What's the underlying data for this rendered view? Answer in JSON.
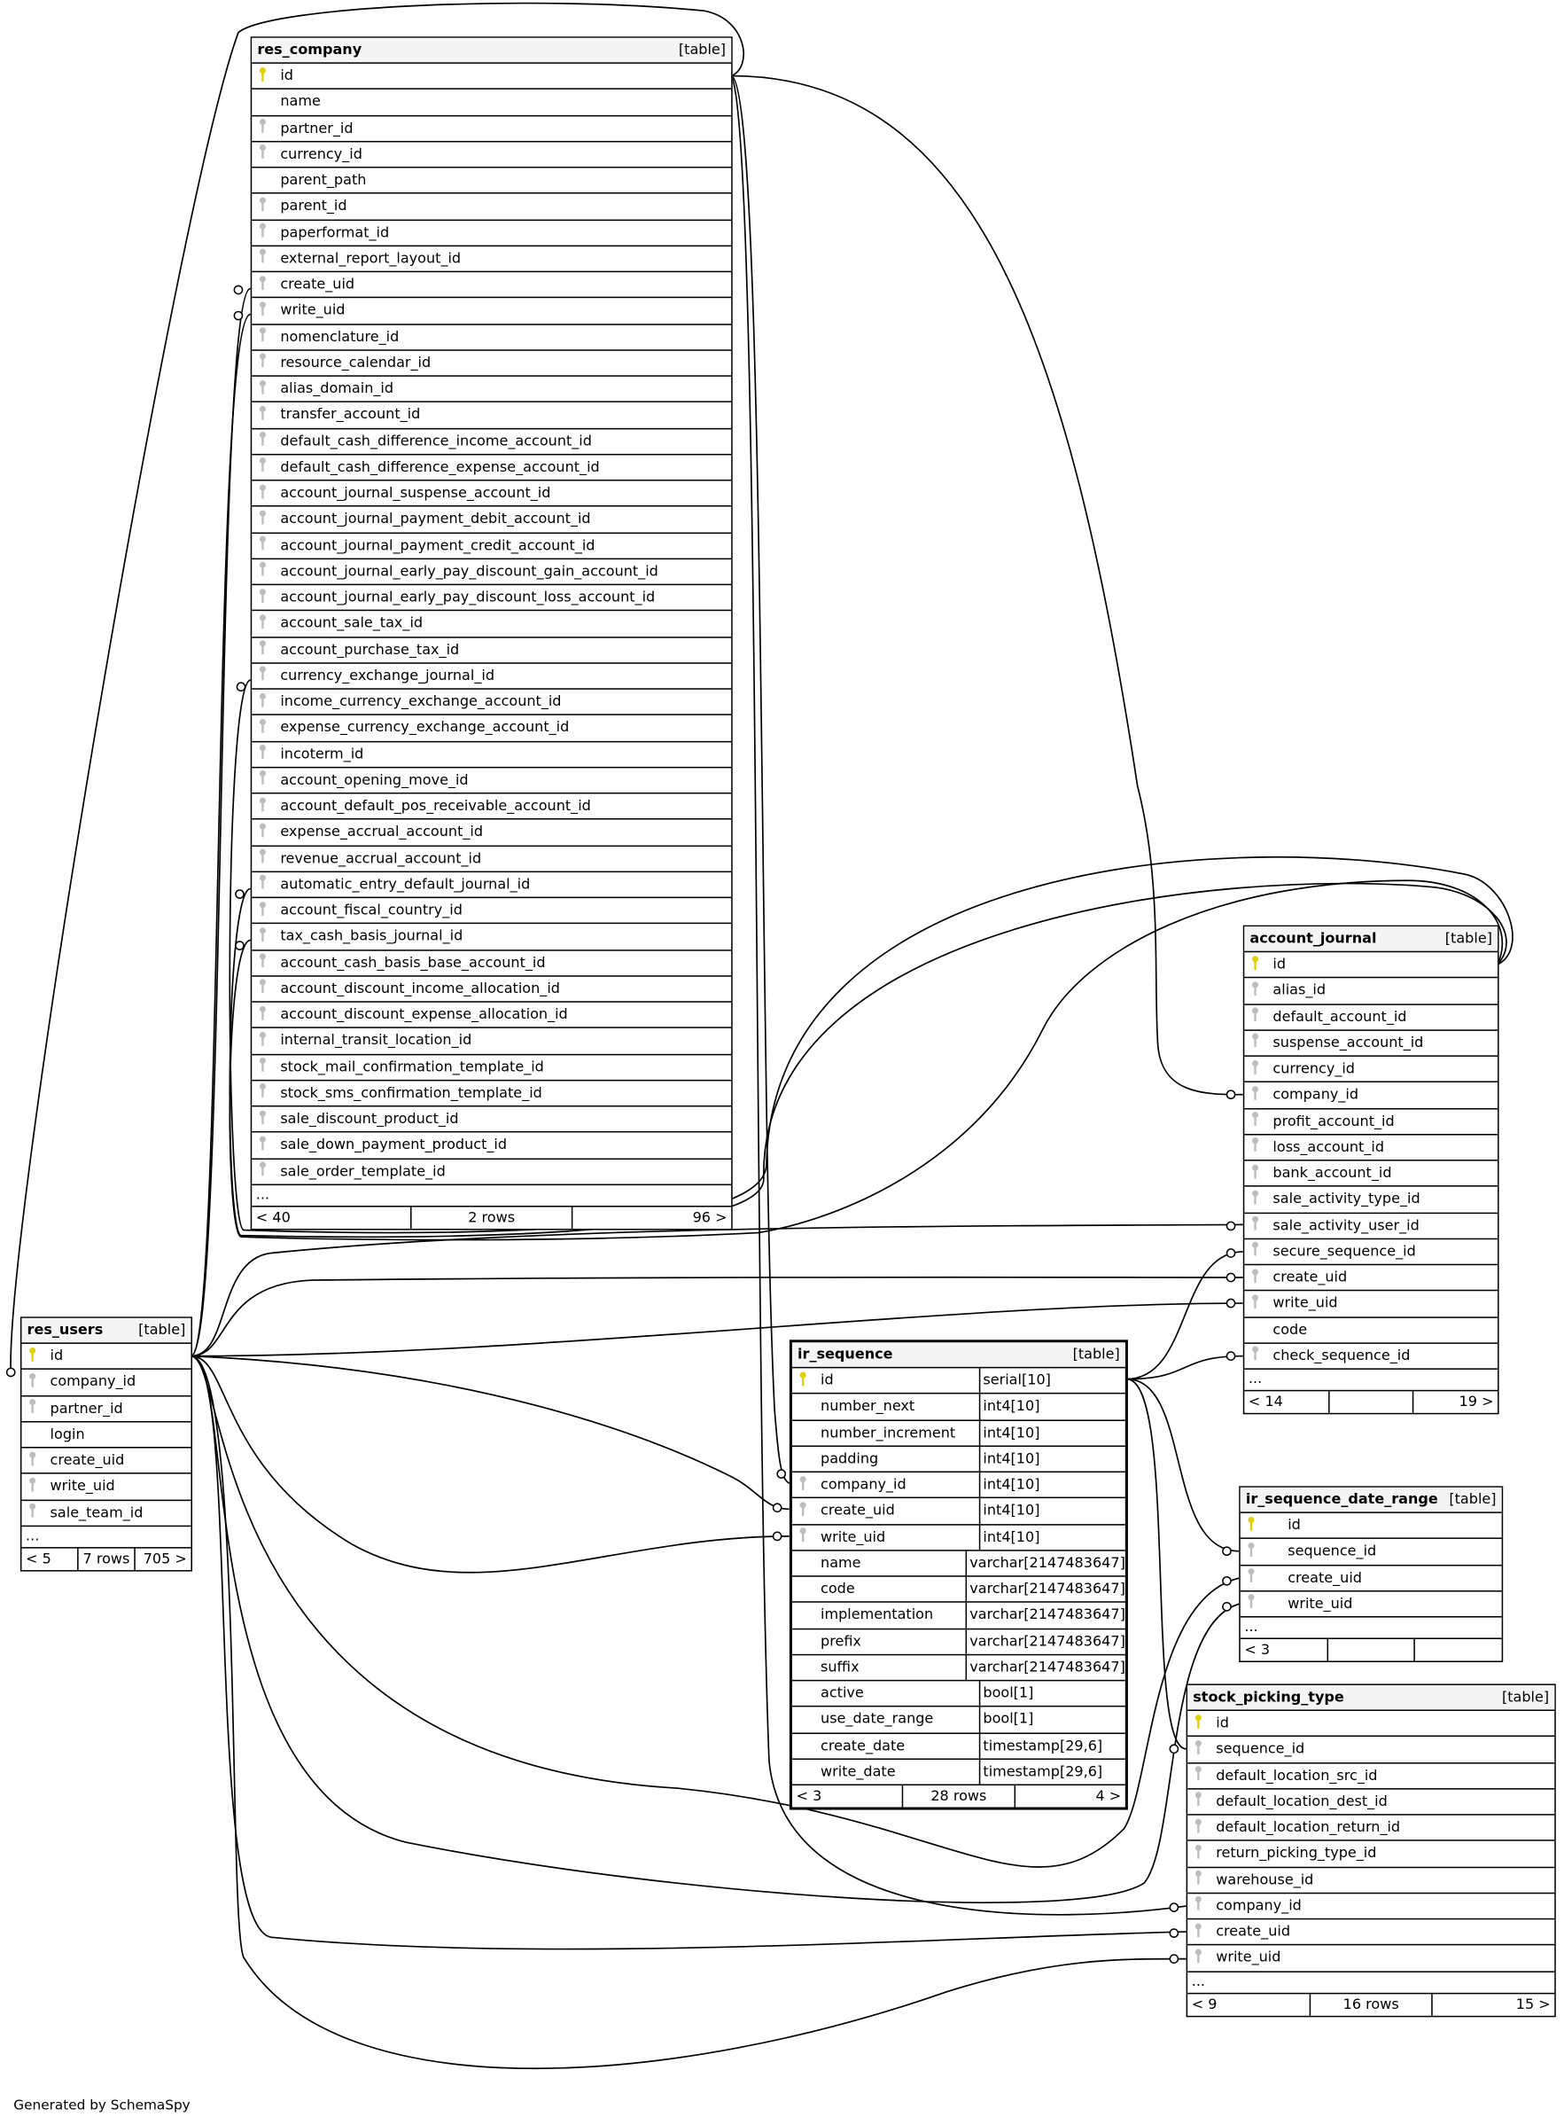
{
  "tables": [
    {
      "id": "res_company",
      "name": "res_company",
      "label": "[table]",
      "more": "...",
      "footer": [
        "< 40",
        "2 rows",
        "96 >"
      ],
      "columns": [
        {
          "name": "id",
          "key": "pk"
        },
        {
          "name": "name",
          "key": ""
        },
        {
          "name": "partner_id",
          "key": "fk"
        },
        {
          "name": "currency_id",
          "key": "fk"
        },
        {
          "name": "parent_path",
          "key": ""
        },
        {
          "name": "parent_id",
          "key": "fk"
        },
        {
          "name": "paperformat_id",
          "key": "fk"
        },
        {
          "name": "external_report_layout_id",
          "key": "fk"
        },
        {
          "name": "create_uid",
          "key": "fk"
        },
        {
          "name": "write_uid",
          "key": "fk"
        },
        {
          "name": "nomenclature_id",
          "key": "fk"
        },
        {
          "name": "resource_calendar_id",
          "key": "fk"
        },
        {
          "name": "alias_domain_id",
          "key": "fk"
        },
        {
          "name": "transfer_account_id",
          "key": "fk"
        },
        {
          "name": "default_cash_difference_income_account_id",
          "key": "fk"
        },
        {
          "name": "default_cash_difference_expense_account_id",
          "key": "fk"
        },
        {
          "name": "account_journal_suspense_account_id",
          "key": "fk"
        },
        {
          "name": "account_journal_payment_debit_account_id",
          "key": "fk"
        },
        {
          "name": "account_journal_payment_credit_account_id",
          "key": "fk"
        },
        {
          "name": "account_journal_early_pay_discount_gain_account_id",
          "key": "fk"
        },
        {
          "name": "account_journal_early_pay_discount_loss_account_id",
          "key": "fk"
        },
        {
          "name": "account_sale_tax_id",
          "key": "fk"
        },
        {
          "name": "account_purchase_tax_id",
          "key": "fk"
        },
        {
          "name": "currency_exchange_journal_id",
          "key": "fk"
        },
        {
          "name": "income_currency_exchange_account_id",
          "key": "fk"
        },
        {
          "name": "expense_currency_exchange_account_id",
          "key": "fk"
        },
        {
          "name": "incoterm_id",
          "key": "fk"
        },
        {
          "name": "account_opening_move_id",
          "key": "fk"
        },
        {
          "name": "account_default_pos_receivable_account_id",
          "key": "fk"
        },
        {
          "name": "expense_accrual_account_id",
          "key": "fk"
        },
        {
          "name": "revenue_accrual_account_id",
          "key": "fk"
        },
        {
          "name": "automatic_entry_default_journal_id",
          "key": "fk"
        },
        {
          "name": "account_fiscal_country_id",
          "key": "fk"
        },
        {
          "name": "tax_cash_basis_journal_id",
          "key": "fk"
        },
        {
          "name": "account_cash_basis_base_account_id",
          "key": "fk"
        },
        {
          "name": "account_discount_income_allocation_id",
          "key": "fk"
        },
        {
          "name": "account_discount_expense_allocation_id",
          "key": "fk"
        },
        {
          "name": "internal_transit_location_id",
          "key": "fk"
        },
        {
          "name": "stock_mail_confirmation_template_id",
          "key": "fk"
        },
        {
          "name": "stock_sms_confirmation_template_id",
          "key": "fk"
        },
        {
          "name": "sale_discount_product_id",
          "key": "fk"
        },
        {
          "name": "sale_down_payment_product_id",
          "key": "fk"
        },
        {
          "name": "sale_order_template_id",
          "key": "fk"
        }
      ]
    },
    {
      "id": "account_journal",
      "name": "account_journal",
      "label": "[table]",
      "more": "...",
      "footer": [
        "< 14",
        "",
        "19 >"
      ],
      "columns": [
        {
          "name": "id",
          "key": "pk"
        },
        {
          "name": "alias_id",
          "key": "fk"
        },
        {
          "name": "default_account_id",
          "key": "fk"
        },
        {
          "name": "suspense_account_id",
          "key": "fk"
        },
        {
          "name": "currency_id",
          "key": "fk"
        },
        {
          "name": "company_id",
          "key": "fk"
        },
        {
          "name": "profit_account_id",
          "key": "fk"
        },
        {
          "name": "loss_account_id",
          "key": "fk"
        },
        {
          "name": "bank_account_id",
          "key": "fk"
        },
        {
          "name": "sale_activity_type_id",
          "key": "fk"
        },
        {
          "name": "sale_activity_user_id",
          "key": "fk"
        },
        {
          "name": "secure_sequence_id",
          "key": "fk"
        },
        {
          "name": "create_uid",
          "key": "fk"
        },
        {
          "name": "write_uid",
          "key": "fk"
        },
        {
          "name": "code",
          "key": ""
        },
        {
          "name": "check_sequence_id",
          "key": "fk"
        }
      ]
    },
    {
      "id": "res_users",
      "name": "res_users",
      "label": "[table]",
      "more": "...",
      "footer": [
        "< 5",
        "7 rows",
        "705 >"
      ],
      "columns": [
        {
          "name": "id",
          "key": "pk"
        },
        {
          "name": "company_id",
          "key": "fk"
        },
        {
          "name": "partner_id",
          "key": "fk"
        },
        {
          "name": "login",
          "key": ""
        },
        {
          "name": "create_uid",
          "key": "fk"
        },
        {
          "name": "write_uid",
          "key": "fk"
        },
        {
          "name": "sale_team_id",
          "key": "fk"
        }
      ]
    },
    {
      "id": "ir_sequence",
      "name": "ir_sequence",
      "label": "[table]",
      "more": null,
      "footer": [
        "< 3",
        "28 rows",
        "4 >"
      ],
      "columns": [
        {
          "name": "id",
          "key": "pk",
          "type": "serial[10]"
        },
        {
          "name": "number_next",
          "key": "",
          "type": "int4[10]"
        },
        {
          "name": "number_increment",
          "key": "",
          "type": "int4[10]"
        },
        {
          "name": "padding",
          "key": "",
          "type": "int4[10]"
        },
        {
          "name": "company_id",
          "key": "fk",
          "type": "int4[10]"
        },
        {
          "name": "create_uid",
          "key": "fk",
          "type": "int4[10]"
        },
        {
          "name": "write_uid",
          "key": "fk",
          "type": "int4[10]"
        },
        {
          "name": "name",
          "key": "",
          "type": "varchar[2147483647]"
        },
        {
          "name": "code",
          "key": "",
          "type": "varchar[2147483647]"
        },
        {
          "name": "implementation",
          "key": "",
          "type": "varchar[2147483647]"
        },
        {
          "name": "prefix",
          "key": "",
          "type": "varchar[2147483647]"
        },
        {
          "name": "suffix",
          "key": "",
          "type": "varchar[2147483647]"
        },
        {
          "name": "active",
          "key": "",
          "type": "bool[1]"
        },
        {
          "name": "use_date_range",
          "key": "",
          "type": "bool[1]"
        },
        {
          "name": "create_date",
          "key": "",
          "type": "timestamp[29,6]"
        },
        {
          "name": "write_date",
          "key": "",
          "type": "timestamp[29,6]"
        }
      ]
    },
    {
      "id": "ir_sequence_date_range",
      "name": "ir_sequence_date_range",
      "label": "[table]",
      "more": "...",
      "footer": [
        "< 3",
        "",
        ""
      ],
      "columns": [
        {
          "name": "id",
          "key": "pk"
        },
        {
          "name": "sequence_id",
          "key": "fk"
        },
        {
          "name": "create_uid",
          "key": "fk"
        },
        {
          "name": "write_uid",
          "key": "fk"
        }
      ]
    },
    {
      "id": "stock_picking_type",
      "name": "stock_picking_type",
      "label": "[table]",
      "more": "...",
      "footer": [
        "< 9",
        "16 rows",
        "15 >"
      ],
      "columns": [
        {
          "name": "id",
          "key": "pk"
        },
        {
          "name": "sequence_id",
          "key": "fk"
        },
        {
          "name": "default_location_src_id",
          "key": "fk"
        },
        {
          "name": "default_location_dest_id",
          "key": "fk"
        },
        {
          "name": "default_location_return_id",
          "key": "fk"
        },
        {
          "name": "return_picking_type_id",
          "key": "fk"
        },
        {
          "name": "warehouse_id",
          "key": "fk"
        },
        {
          "name": "company_id",
          "key": "fk"
        },
        {
          "name": "create_uid",
          "key": "fk"
        },
        {
          "name": "write_uid",
          "key": "fk"
        }
      ]
    }
  ],
  "colors": {
    "primary_key": "#e0d000",
    "foreign_key": "#bdbdbd",
    "header_bg": "#f4f4f4"
  },
  "footer_credit": "Generated by SchemaSpy"
}
